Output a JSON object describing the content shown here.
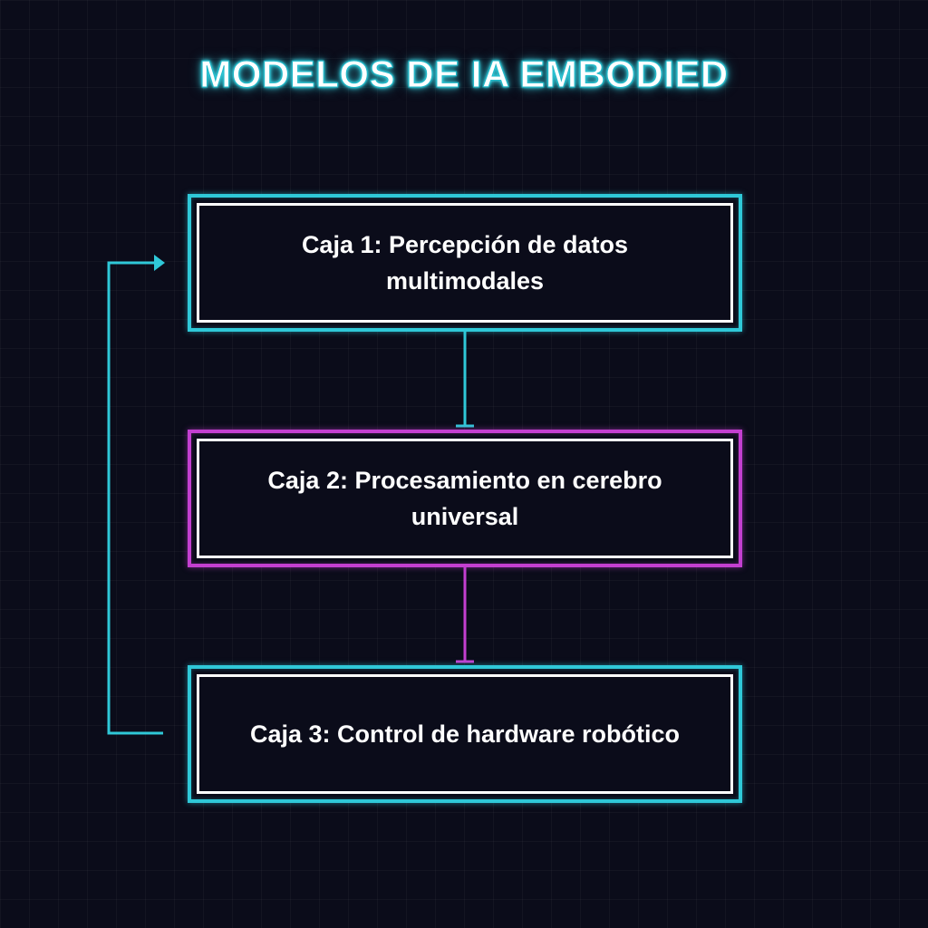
{
  "title": "MODELOS DE IA EMBODIED",
  "boxes": [
    {
      "label": "Caja 1: Percepción de datos multimodales",
      "color": "#2fc8d8"
    },
    {
      "label": "Caja 2: Procesamiento en cerebro universal",
      "color": "#c33fd0"
    },
    {
      "label": "Caja 3: Control de hardware robótico",
      "color": "#2fc8d8"
    }
  ],
  "colors": {
    "background": "#0b0c1a",
    "accent_cyan": "#2fc8d8",
    "accent_magenta": "#c33fd0",
    "text": "#ffffff"
  }
}
